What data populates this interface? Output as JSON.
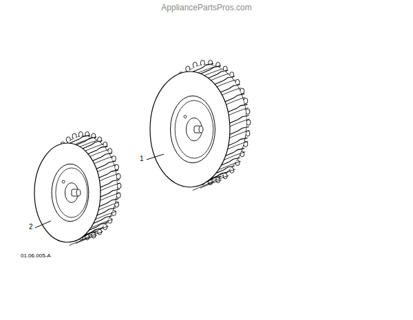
{
  "diagram": {
    "labels": [
      "AppliancePartsPros.com",
      "1",
      "2",
      "01.06.005-A"
    ]
  }
}
